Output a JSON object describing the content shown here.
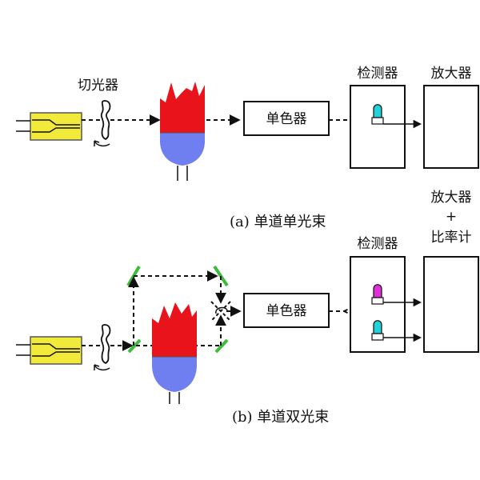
{
  "colors": {
    "lamp": "#f2ea3a",
    "flame_top": "#e8131b",
    "flame_bottom": "#6f7ff0",
    "detector_cyan": "#22d2d8",
    "detector_magenta": "#e030d8",
    "mirror_green": "#3dbb3d"
  },
  "icons": [
    "hollow-cathode-lamp-icon",
    "chopper-icon",
    "flame-icon",
    "detector-tube-icon",
    "mirror-icon"
  ],
  "diagram_a": {
    "chopper_label": "切光器",
    "monochromator_label": "单色器",
    "detector_label": "检测器",
    "amplifier_label": "放大器",
    "caption": "(a) 单道单光束"
  },
  "diagram_b": {
    "monochromator_label": "单色器",
    "detector_label": "检测器",
    "amplifier_line1": "放大器",
    "amplifier_line2": "+",
    "amplifier_line3": "比率计",
    "caption": "(b) 单道双光束"
  }
}
